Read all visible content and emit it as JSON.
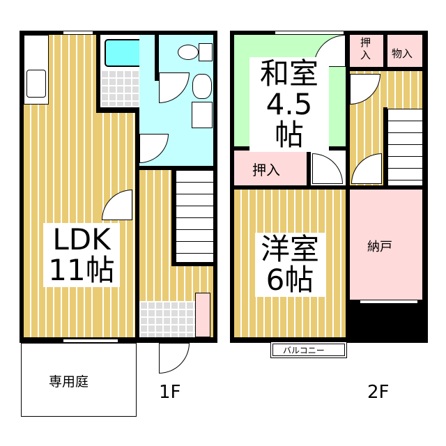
{
  "floor1": {
    "label": "1F",
    "ldk": {
      "name": "LDK",
      "size": "11帖"
    },
    "garden": "専用庭"
  },
  "floor2": {
    "label": "2F",
    "washitsu": {
      "name": "和室",
      "size": "4.5帖"
    },
    "youshitsu": {
      "name": "洋室",
      "size": "6帖"
    },
    "closet_upper": "押入",
    "storage": "物入",
    "closet_lower": "押入",
    "nando": "納戸",
    "balcony": "バルコニー"
  },
  "colors": {
    "wood": "#E9CB74",
    "wet": "#C4FFFF",
    "tatami": "#C4FFC4",
    "storage": "#FFDADA"
  }
}
